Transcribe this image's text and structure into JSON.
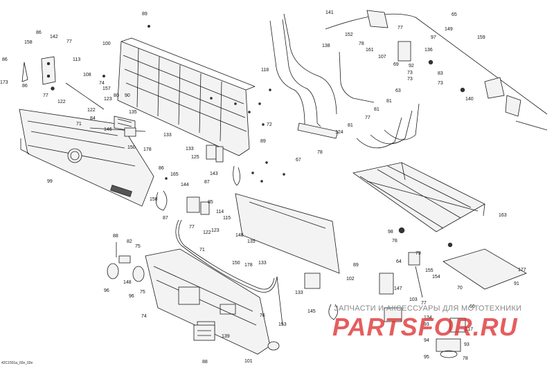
{
  "diagram": {
    "code": "42C1501a_02e_02e",
    "callouts": [
      {
        "id": "c89a",
        "label": "89"
      },
      {
        "id": "c86a",
        "label": "86"
      },
      {
        "id": "c142",
        "label": "142"
      },
      {
        "id": "c158a",
        "label": "158"
      },
      {
        "id": "c77a",
        "label": "77"
      },
      {
        "id": "c86b",
        "label": "86"
      },
      {
        "id": "c113",
        "label": "113"
      },
      {
        "id": "c173",
        "label": "173"
      },
      {
        "id": "c86c",
        "label": "86"
      },
      {
        "id": "c77b",
        "label": "77"
      },
      {
        "id": "c122a",
        "label": "122"
      },
      {
        "id": "c108",
        "label": "108"
      },
      {
        "id": "c100",
        "label": "100"
      },
      {
        "id": "c74a",
        "label": "74"
      },
      {
        "id": "c157",
        "label": "157"
      },
      {
        "id": "c80",
        "label": "80"
      },
      {
        "id": "c90",
        "label": "90"
      },
      {
        "id": "c123a",
        "label": "123"
      },
      {
        "id": "c122b",
        "label": "122"
      },
      {
        "id": "c84",
        "label": "84"
      },
      {
        "id": "c146a",
        "label": "146"
      },
      {
        "id": "c135a",
        "label": "135"
      },
      {
        "id": "c71a",
        "label": "71"
      },
      {
        "id": "c150a",
        "label": "150"
      },
      {
        "id": "c178a",
        "label": "178"
      },
      {
        "id": "c133a",
        "label": "133"
      },
      {
        "id": "c133b",
        "label": "133"
      },
      {
        "id": "c125",
        "label": "125"
      },
      {
        "id": "c143",
        "label": "143"
      },
      {
        "id": "c89b",
        "label": "89"
      },
      {
        "id": "c99",
        "label": "99"
      },
      {
        "id": "c86d",
        "label": "86"
      },
      {
        "id": "c165",
        "label": "165"
      },
      {
        "id": "c158b",
        "label": "158"
      },
      {
        "id": "c144",
        "label": "144"
      },
      {
        "id": "c87a",
        "label": "87"
      },
      {
        "id": "c85",
        "label": "85"
      },
      {
        "id": "c87b",
        "label": "87"
      },
      {
        "id": "c77c",
        "label": "77"
      },
      {
        "id": "c114",
        "label": "114"
      },
      {
        "id": "c115",
        "label": "115"
      },
      {
        "id": "c122c",
        "label": "122"
      },
      {
        "id": "c123b",
        "label": "123"
      },
      {
        "id": "c148a",
        "label": "148"
      },
      {
        "id": "c88a",
        "label": "88"
      },
      {
        "id": "c82",
        "label": "82"
      },
      {
        "id": "c75a",
        "label": "75"
      },
      {
        "id": "c71b",
        "label": "71"
      },
      {
        "id": "c135b",
        "label": "135"
      },
      {
        "id": "c150b",
        "label": "150"
      },
      {
        "id": "c178b",
        "label": "178"
      },
      {
        "id": "c133c",
        "label": "133"
      },
      {
        "id": "c148b",
        "label": "148"
      },
      {
        "id": "c96a",
        "label": "96"
      },
      {
        "id": "c96b",
        "label": "96"
      },
      {
        "id": "c75b",
        "label": "75"
      },
      {
        "id": "c74b",
        "label": "74"
      },
      {
        "id": "c133d",
        "label": "133"
      },
      {
        "id": "c145",
        "label": "145"
      },
      {
        "id": "c76",
        "label": "76"
      },
      {
        "id": "c153",
        "label": "153"
      },
      {
        "id": "c139",
        "label": "139"
      },
      {
        "id": "c88b",
        "label": "88"
      },
      {
        "id": "c101",
        "label": "101"
      },
      {
        "id": "c102",
        "label": "102"
      },
      {
        "id": "c89c",
        "label": "89"
      },
      {
        "id": "c118",
        "label": "118"
      },
      {
        "id": "c72",
        "label": "72"
      },
      {
        "id": "c124",
        "label": "124"
      },
      {
        "id": "c78a",
        "label": "78"
      },
      {
        "id": "c67",
        "label": "67"
      },
      {
        "id": "c138",
        "label": "138"
      },
      {
        "id": "c141",
        "label": "141"
      },
      {
        "id": "c152",
        "label": "152"
      },
      {
        "id": "c78b",
        "label": "78"
      },
      {
        "id": "c161",
        "label": "161"
      },
      {
        "id": "c107",
        "label": "107"
      },
      {
        "id": "c69",
        "label": "69"
      },
      {
        "id": "c77d",
        "label": "77"
      },
      {
        "id": "c136",
        "label": "136"
      },
      {
        "id": "c65",
        "label": "65"
      },
      {
        "id": "c149",
        "label": "149"
      },
      {
        "id": "c97",
        "label": "97"
      },
      {
        "id": "c159",
        "label": "159"
      },
      {
        "id": "c63",
        "label": "63"
      },
      {
        "id": "c81a",
        "label": "81"
      },
      {
        "id": "c81b",
        "label": "81"
      },
      {
        "id": "c81c",
        "label": "81"
      },
      {
        "id": "c77e",
        "label": "77"
      },
      {
        "id": "c92",
        "label": "92"
      },
      {
        "id": "c73a",
        "label": "73"
      },
      {
        "id": "c83",
        "label": "83"
      },
      {
        "id": "c73b",
        "label": "73"
      },
      {
        "id": "c73c",
        "label": "73"
      },
      {
        "id": "c140",
        "label": "140"
      },
      {
        "id": "c163",
        "label": "163"
      },
      {
        "id": "c98",
        "label": "98"
      },
      {
        "id": "c78c",
        "label": "78"
      },
      {
        "id": "c79",
        "label": "79"
      },
      {
        "id": "c64",
        "label": "64"
      },
      {
        "id": "c155",
        "label": "155"
      },
      {
        "id": "c154",
        "label": "154"
      },
      {
        "id": "c147",
        "label": "147"
      },
      {
        "id": "c103",
        "label": "103"
      },
      {
        "id": "c77f",
        "label": "77"
      },
      {
        "id": "c70",
        "label": "70"
      },
      {
        "id": "c134",
        "label": "134"
      },
      {
        "id": "c93a",
        "label": "93"
      },
      {
        "id": "c66",
        "label": "66"
      },
      {
        "id": "c117",
        "label": "117"
      },
      {
        "id": "c94",
        "label": "94"
      },
      {
        "id": "c93b",
        "label": "93"
      },
      {
        "id": "c95",
        "label": "95"
      },
      {
        "id": "c78d",
        "label": "78"
      },
      {
        "id": "c177",
        "label": "177"
      },
      {
        "id": "c91",
        "label": "91"
      }
    ]
  },
  "watermark": {
    "tagline": "ЗАПЧАСТИ И АКСЕССУАРЫ ДЛЯ МОТОТЕХНИКИ",
    "logo": "PARTSFOR.RU"
  }
}
